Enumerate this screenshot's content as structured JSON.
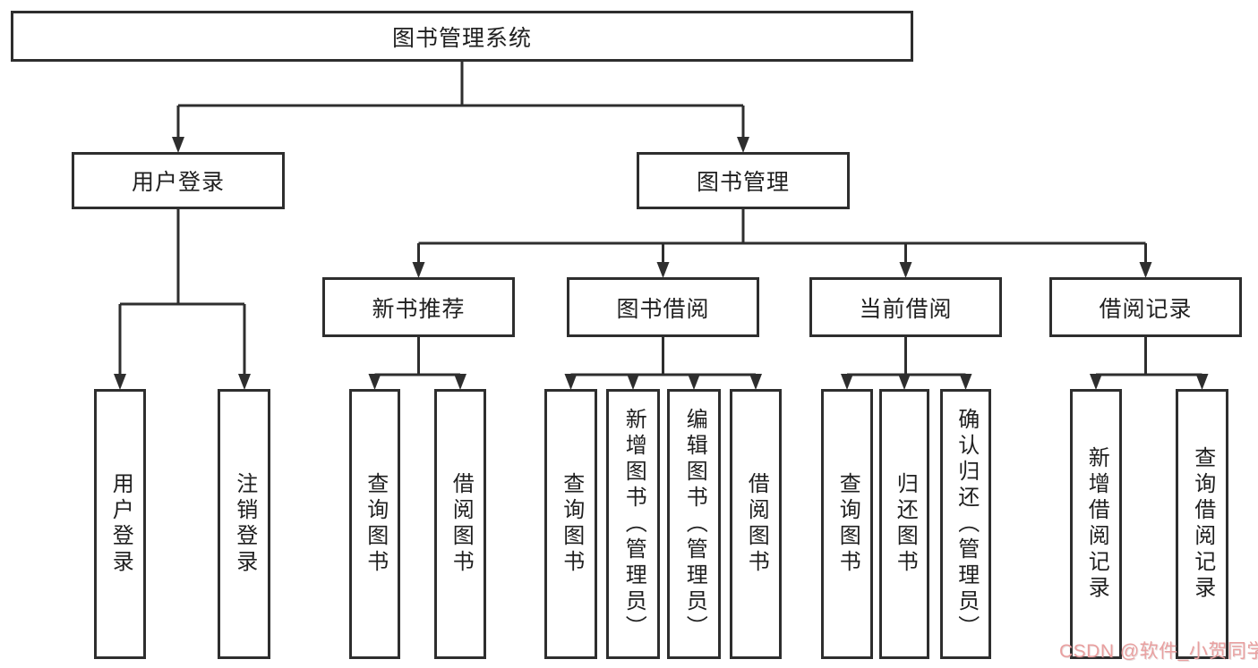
{
  "diagram": {
    "root": "图书管理系统",
    "branches": [
      {
        "label": "用户登录",
        "children": [
          {
            "label": "用户登录"
          },
          {
            "label": "注销登录"
          }
        ]
      },
      {
        "label": "图书管理",
        "children": [
          {
            "label": "新书推荐",
            "children": [
              {
                "label": "查询图书"
              },
              {
                "label": "借阅图书"
              }
            ]
          },
          {
            "label": "图书借阅",
            "children": [
              {
                "label": "查询图书"
              },
              {
                "label": "新增图书（管理员）"
              },
              {
                "label": "编辑图书（管理员）"
              },
              {
                "label": "借阅图书"
              }
            ]
          },
          {
            "label": "当前借阅",
            "children": [
              {
                "label": "查询图书"
              },
              {
                "label": "归还图书"
              },
              {
                "label": "确认归还（管理员）"
              }
            ]
          },
          {
            "label": "借阅记录",
            "children": [
              {
                "label": "新增借阅记录"
              },
              {
                "label": "查询借阅记录"
              }
            ]
          }
        ]
      }
    ]
  },
  "watermark": {
    "text": "CSDN @软件_小贺同学",
    "color": "#e9a0a0"
  },
  "colors": {
    "line": "#2e2e2e",
    "border": "#2e2e2e",
    "text": "#1f1f1f",
    "box_background": "#ffffff",
    "page_background": "#ffffff"
  }
}
